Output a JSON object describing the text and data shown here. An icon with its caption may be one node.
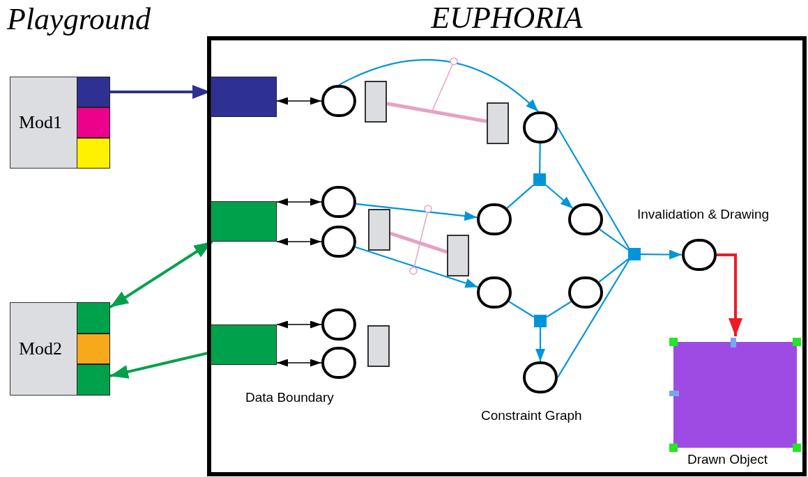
{
  "diagram": {
    "nodes": [
      {
        "text": [
          "Mod1"
        ]
      },
      {
        "text": [],
        "shape": "box",
        "in": 0
      },
      {
        "text": [],
        "shape": "box",
        "in": 0
      },
      {
        "text": [],
        "shape": "box",
        "in": 0
      },
      {
        "text": [
          "Mod2"
        ]
      },
      {
        "text": [],
        "shape": "box",
        "in": 4
      },
      {
        "text": [],
        "shape": "box",
        "in": 4
      },
      {
        "text": [],
        "shape": "box",
        "in": 4
      },
      {
        "text": [
          "EUPHORIA"
        ]
      },
      {
        "text": [],
        "shape": "box",
        "in": 8
      },
      {
        "text": [],
        "shape": "box",
        "in": 8
      },
      {
        "text": [],
        "shape": "box",
        "in": 8
      },
      {
        "text": [],
        "shape": "circle",
        "in": 8
      },
      {
        "text": [],
        "shape": "circle",
        "in": 8
      },
      {
        "text": [],
        "shape": "circle",
        "in": 8
      },
      {
        "text": [],
        "shape": "circle",
        "in": 8
      },
      {
        "text": [],
        "shape": "circle",
        "in": 8
      },
      {
        "text": [],
        "shape": "box",
        "in": 8
      },
      {
        "text": [],
        "shape": "box",
        "in": 8
      },
      {
        "text": [],
        "shape": "box",
        "in": 8
      },
      {
        "text": [],
        "shape": "box",
        "in": 8
      },
      {
        "text": [],
        "shape": "box",
        "in": 8
      },
      {
        "text": [],
        "shape": "circle",
        "in": 8
      },
      {
        "text": [],
        "shape": "box",
        "in": 8
      },
      {
        "text": [],
        "shape": "circle",
        "in": 8
      },
      {
        "text": [],
        "shape": "circle",
        "in": 8
      },
      {
        "text": [],
        "shape": "circle",
        "in": 8
      },
      {
        "text": [],
        "shape": "circle",
        "in": 8
      },
      {
        "text": [],
        "shape": "box",
        "in": 8
      },
      {
        "text": [],
        "shape": "circle",
        "in": 8
      },
      {
        "text": [],
        "shape": "box",
        "in": 8
      },
      {
        "text": [],
        "shape": "circle",
        "in": 8,
        "beside": [
          "Invalidation & Drawing"
        ]
      },
      {
        "text": [],
        "shape": "box",
        "in": 8,
        "beside": [
          "Drawn Object"
        ]
      }
    ],
    "edges": [
      {
        "from": 1,
        "to": 9,
        "arrow": "to",
        "style": "thick",
        "color": "#2e3192"
      },
      {
        "from": 10,
        "to": 5,
        "arrow": "both",
        "style": "thick",
        "color": "#00a14b"
      },
      {
        "from": 11,
        "to": 7,
        "arrow": "to",
        "style": "thick",
        "color": "#00a14b"
      },
      {
        "from": 9,
        "to": 12,
        "arrow": "both",
        "color": "#000000"
      },
      {
        "from": 10,
        "to": 13,
        "arrow": "both",
        "color": "#000000"
      },
      {
        "from": 10,
        "to": 14,
        "arrow": "both",
        "color": "#000000"
      },
      {
        "from": 11,
        "to": 15,
        "arrow": "both",
        "color": "#000000"
      },
      {
        "from": 11,
        "to": 16,
        "arrow": "both",
        "color": "#000000"
      },
      {
        "from": 12,
        "to": 22,
        "arrow": "to"
      },
      {
        "from": 13,
        "to": 24,
        "arrow": "to"
      },
      {
        "from": 14,
        "to": 26,
        "arrow": "to"
      },
      {
        "from": 22,
        "to": 23,
        "arrow": "none"
      },
      {
        "from": 24,
        "to": 23,
        "arrow": "none"
      },
      {
        "from": 23,
        "to": 25,
        "arrow": "to"
      },
      {
        "from": 26,
        "to": 28,
        "arrow": "none"
      },
      {
        "from": 27,
        "to": 28,
        "arrow": "none"
      },
      {
        "from": 28,
        "to": 29,
        "arrow": "to"
      },
      {
        "from": 22,
        "to": 30,
        "arrow": "none"
      },
      {
        "from": 25,
        "to": 30,
        "arrow": "none"
      },
      {
        "from": 27,
        "to": 30,
        "arrow": "none"
      },
      {
        "from": 29,
        "to": 30,
        "arrow": "none"
      },
      {
        "from": 30,
        "to": 31,
        "arrow": "to"
      },
      {
        "from": 31,
        "to": 32,
        "arrow": "to",
        "style": "thick",
        "color": "#ed1c24"
      },
      {
        "from": 17,
        "to": 18,
        "arrow": "none",
        "style": "thick",
        "color": "#e6a1c4"
      },
      {
        "from": 19,
        "to": 20,
        "arrow": "none",
        "style": "thick",
        "color": "#e6a1c4"
      }
    ],
    "labels": [
      "Playground",
      "Data Boundary",
      "Constraint Graph"
    ]
  }
}
